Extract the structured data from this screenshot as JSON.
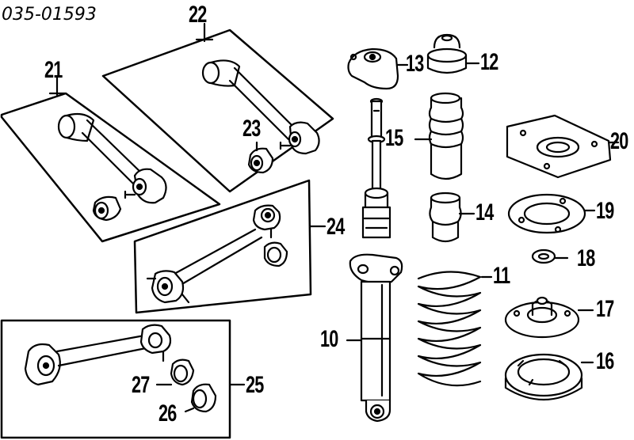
{
  "diagram_code": "035-01593",
  "callouts": {
    "c10": "10",
    "c11": "11",
    "c12": "12",
    "c13": "13",
    "c14": "14",
    "c15": "15",
    "c16": "16",
    "c17": "17",
    "c18": "18",
    "c19": "19",
    "c20": "20",
    "c21": "21",
    "c22": "22",
    "c23": "23",
    "c24": "24",
    "c25": "25",
    "c26": "26",
    "c27": "27"
  }
}
